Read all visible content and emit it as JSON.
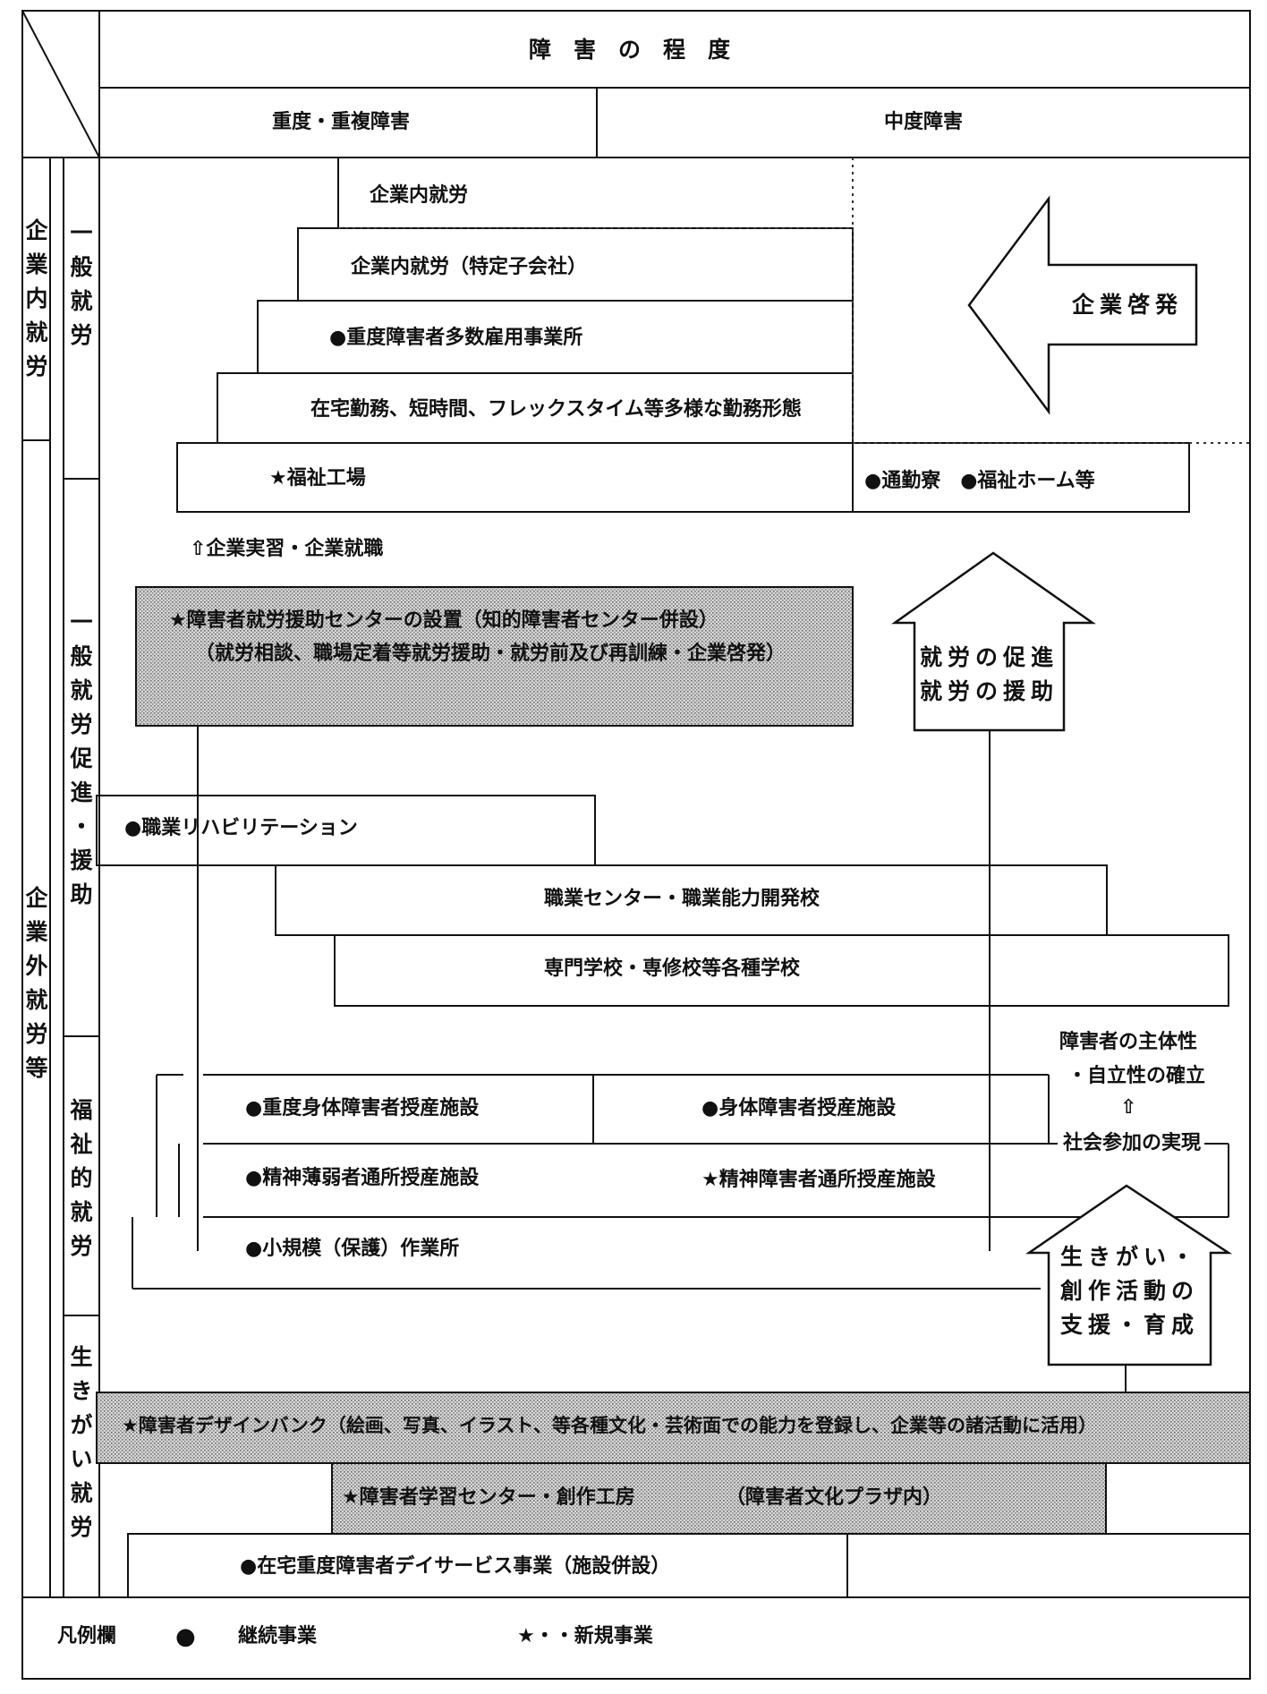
{
  "header": {
    "title": "障　害　の　程　度",
    "severe": "重度・重複障害",
    "moderate": "中度障害"
  },
  "rows": {
    "kigyo_nai": "企業内就労",
    "ippan_shuro": "一般就労",
    "kigyo_gai": "企業外就労等",
    "ippan_sokushin": "一般就労促進・援助",
    "fukushi": "福祉的就労",
    "ikigai": "生きがい就労"
  },
  "boxes": {
    "kigyo_nai_shuro": "企業内就労",
    "tokutei": "企業内就労（特定子会社）",
    "tasu_koyo": "●重度障害者多数雇用事業所",
    "zaitaku": "在宅勤務、短時間、フレックスタイム等多様な勤務形態",
    "fukushi_kojo": "★福祉工場",
    "tsukin": "●通勤寮　●福祉ホーム等",
    "jisshu": "⇧企業実習・企業就職",
    "center_1": "★障害者就労援助センターの設置（知的障害者センター併設）",
    "center_2": "（就労相談、職場定着等就労援助・就労前及び再訓練・企業啓発）",
    "shokugyo_reha": "●職業リハビリテーション",
    "shokugyo_center": "職業センター・職業能力開発校",
    "senmon": "専門学校・専修校等各種学校",
    "judo_jushin": "●重度身体障害者授産施設",
    "shintai": "●身体障害者授産施設",
    "seishin_hakujaku": "●精神薄弱者通所授産施設",
    "seishin_shogai": "★精神障害者通所授産施設",
    "shokibo": "●小規模（保護）作業所",
    "design_bank": "★障害者デザインバンク（絵画、写真、イラスト、等各種文化・芸術面での能力を登録し、企業等の諸活動に活用）",
    "gakushu": "★障害者学習センター・創作工房",
    "bunka_plaza": "（障害者文化プラザ内）",
    "day_service": "●在宅重度障害者デイサービス事業（施設併設）"
  },
  "arrows": {
    "keihatsu": "企業啓発",
    "sokushin_1": "就労の促進",
    "sokushin_2": "就労の援助",
    "ikigai_1": "生きがい・",
    "ikigai_2": "創作活動の",
    "ikigai_3": "支援・育成"
  },
  "side_text": {
    "line1": "障害者の主体性",
    "line2": "・自立性の確立",
    "arrow": "⇧",
    "line3": "社会参加の実現"
  },
  "legend": {
    "title": "凡例欄",
    "circle": "●",
    "circle_label": "継続事業",
    "star_label": "★・・新規事業"
  }
}
